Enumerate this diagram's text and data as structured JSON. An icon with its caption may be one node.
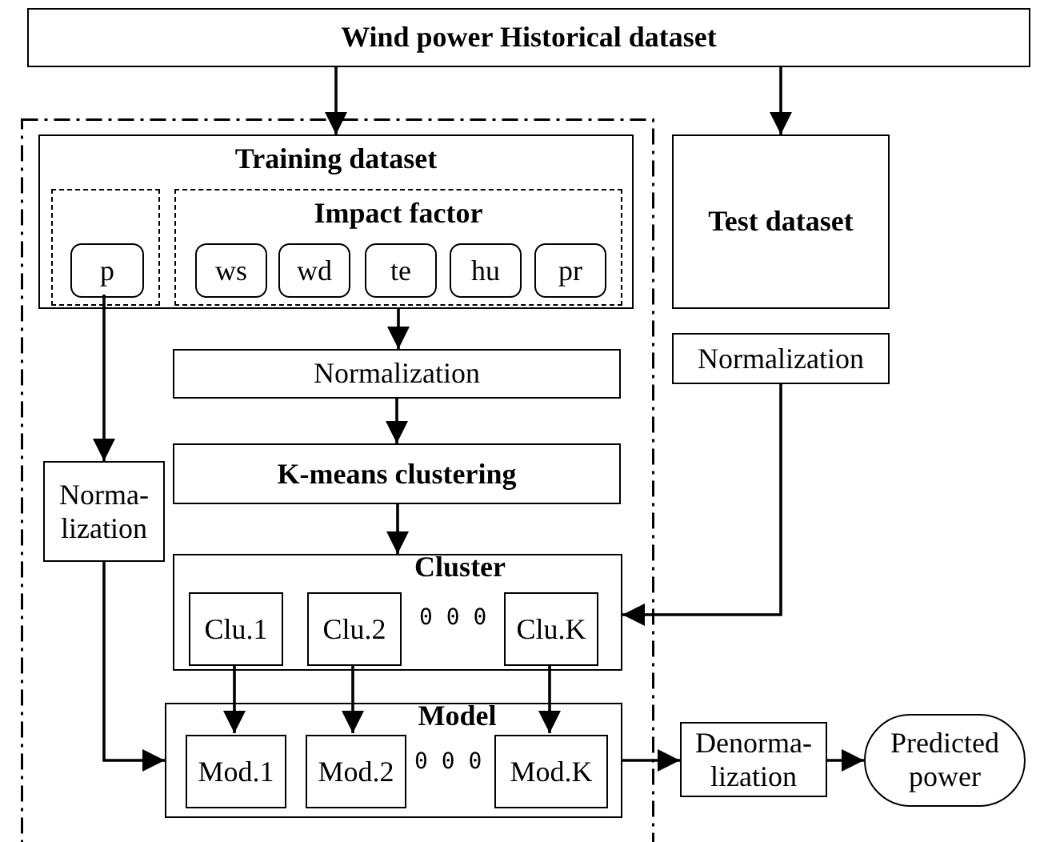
{
  "diagram": {
    "nodes": [
      {
        "text": [
          "Wind power Historical dataset"
        ]
      },
      {
        "text": [],
        "shape": "box"
      },
      {
        "text": [
          "Training dataset"
        ],
        "in": 1
      },
      {
        "text": [],
        "shape": "box",
        "in": 2
      },
      {
        "text": [
          "p"
        ],
        "in": 3
      },
      {
        "text": [
          "Impact factor"
        ],
        "in": 2
      },
      {
        "text": [
          "ws"
        ],
        "in": 5
      },
      {
        "text": [
          "wd"
        ],
        "in": 5
      },
      {
        "text": [
          "te"
        ],
        "in": 5
      },
      {
        "text": [
          "hu"
        ],
        "in": 5
      },
      {
        "text": [
          "pr"
        ],
        "in": 5
      },
      {
        "text": [
          "Normalization"
        ],
        "in": 1
      },
      {
        "text": [
          "K-means clustering"
        ],
        "in": 1
      },
      {
        "text": [
          "Norma- lization"
        ],
        "in": 1
      },
      {
        "text": [
          "Cluster"
        ],
        "in": 1
      },
      {
        "text": [
          "Clu.1"
        ],
        "in": 14
      },
      {
        "text": [
          "Clu.2"
        ],
        "in": 14
      },
      {
        "text": [
          "Clu.K"
        ],
        "in": 14
      },
      {
        "text": [
          "Model"
        ],
        "in": 1
      },
      {
        "text": [
          "Mod.1"
        ],
        "in": 18
      },
      {
        "text": [
          "Mod.2"
        ],
        "in": 18
      },
      {
        "text": [
          "Mod.K"
        ],
        "in": 18
      },
      {
        "text": [
          "Test dataset"
        ]
      },
      {
        "text": [
          "Normalization"
        ]
      },
      {
        "text": [
          "Denorma- lization"
        ]
      },
      {
        "text": [
          "Predicted power"
        ]
      }
    ],
    "edges": [
      {
        "from": 0,
        "to": 2,
        "arrow": "to"
      },
      {
        "from": 0,
        "to": 22,
        "arrow": "to"
      },
      {
        "from": 2,
        "to": 11,
        "arrow": "to"
      },
      {
        "from": 11,
        "to": 12,
        "arrow": "to"
      },
      {
        "from": 4,
        "to": 13,
        "arrow": "to"
      },
      {
        "from": 12,
        "to": 14,
        "arrow": "to"
      },
      {
        "from": 23,
        "to": 14,
        "arrow": "to"
      },
      {
        "from": 13,
        "to": 18,
        "arrow": "to"
      },
      {
        "from": 15,
        "to": 19,
        "arrow": "to"
      },
      {
        "from": 16,
        "to": 20,
        "arrow": "to"
      },
      {
        "from": 17,
        "to": 21,
        "arrow": "to"
      },
      {
        "from": 18,
        "to": 24,
        "arrow": "to"
      },
      {
        "from": 24,
        "to": 25,
        "arrow": "to"
      }
    ],
    "labels": [
      "0 0 0",
      "0 0 0"
    ]
  }
}
